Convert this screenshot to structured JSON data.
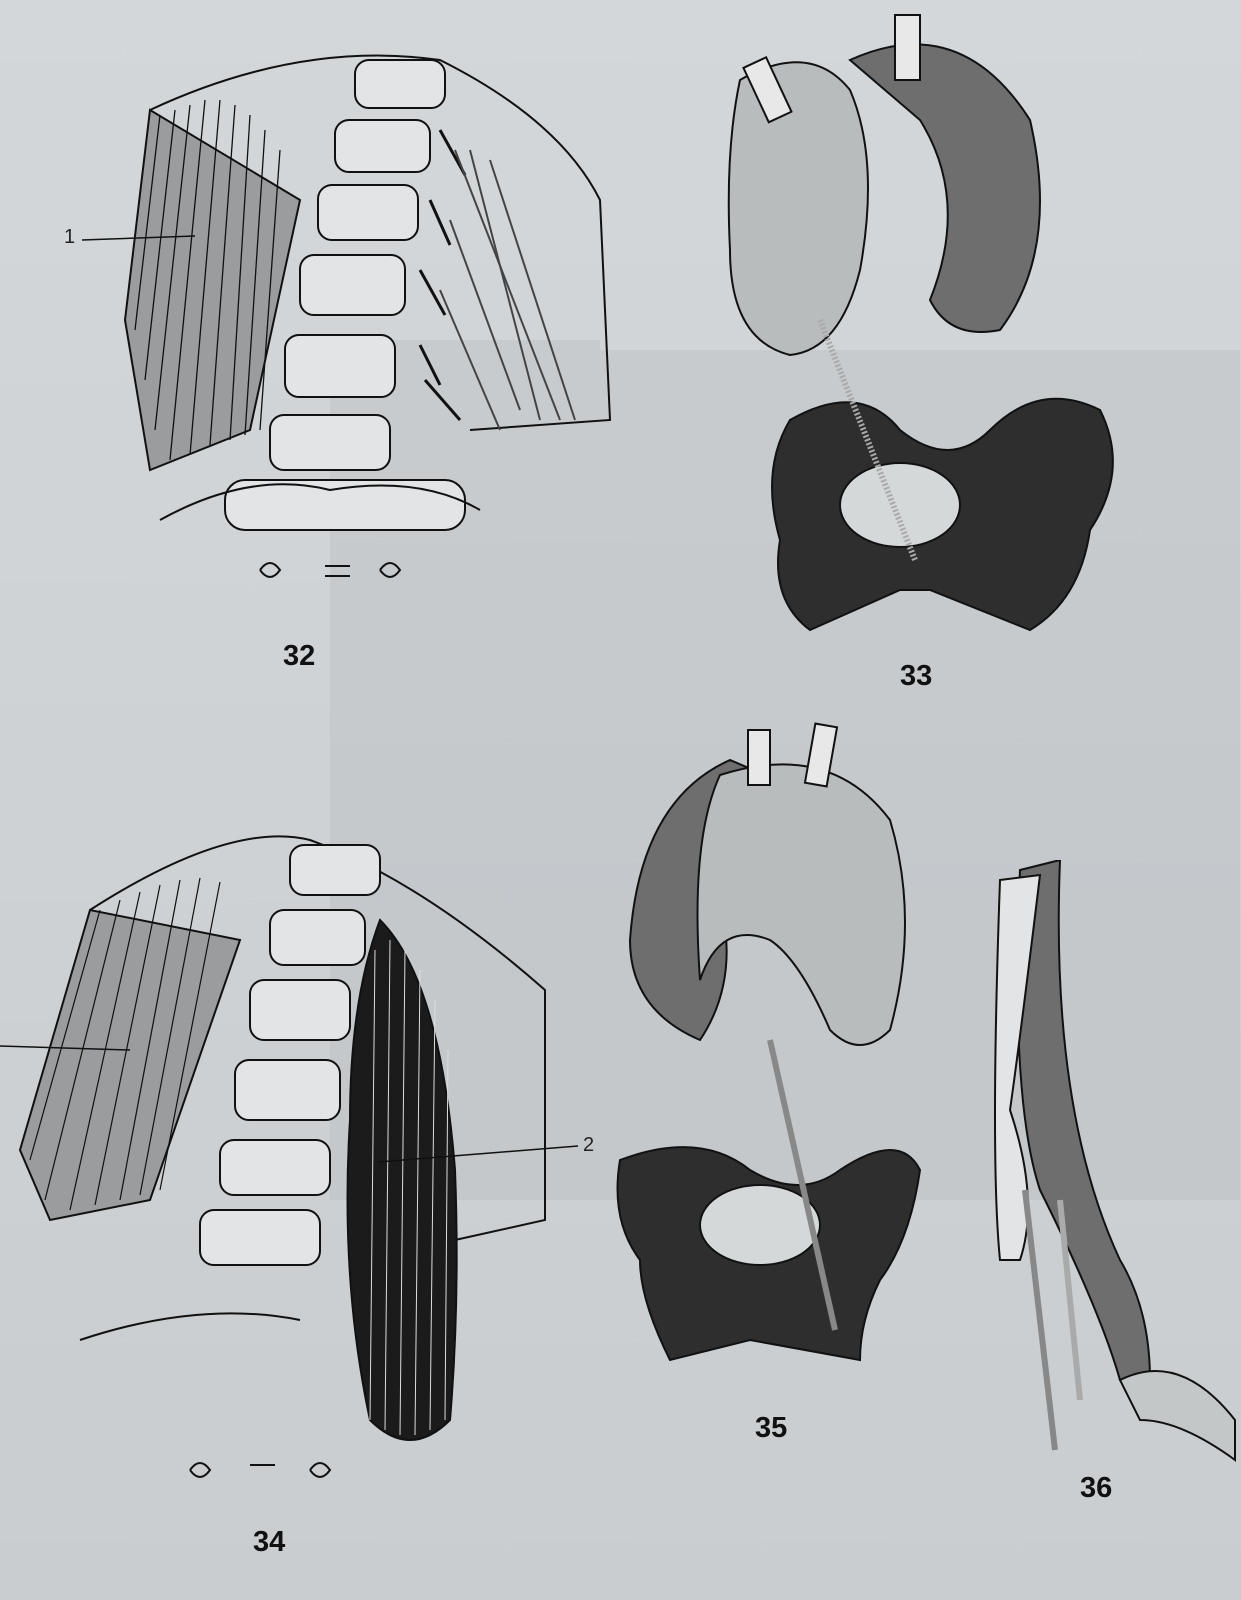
{
  "page": {
    "background": "#d1d5d7",
    "figures": [
      {
        "id": "32",
        "label": "32",
        "callouts": [
          {
            "label": "1"
          }
        ]
      },
      {
        "id": "33",
        "label": "33"
      },
      {
        "id": "34",
        "label": "34",
        "callouts": [
          {
            "label": "2"
          }
        ]
      },
      {
        "id": "35",
        "label": "35"
      },
      {
        "id": "36",
        "label": "36"
      }
    ]
  },
  "colors": {
    "ink": "#111111",
    "dark_fill": "#2e2e2e",
    "mid_fill": "#6e6e6e",
    "light_fill": "#b9bcbd",
    "paper": "#d1d5d7"
  }
}
